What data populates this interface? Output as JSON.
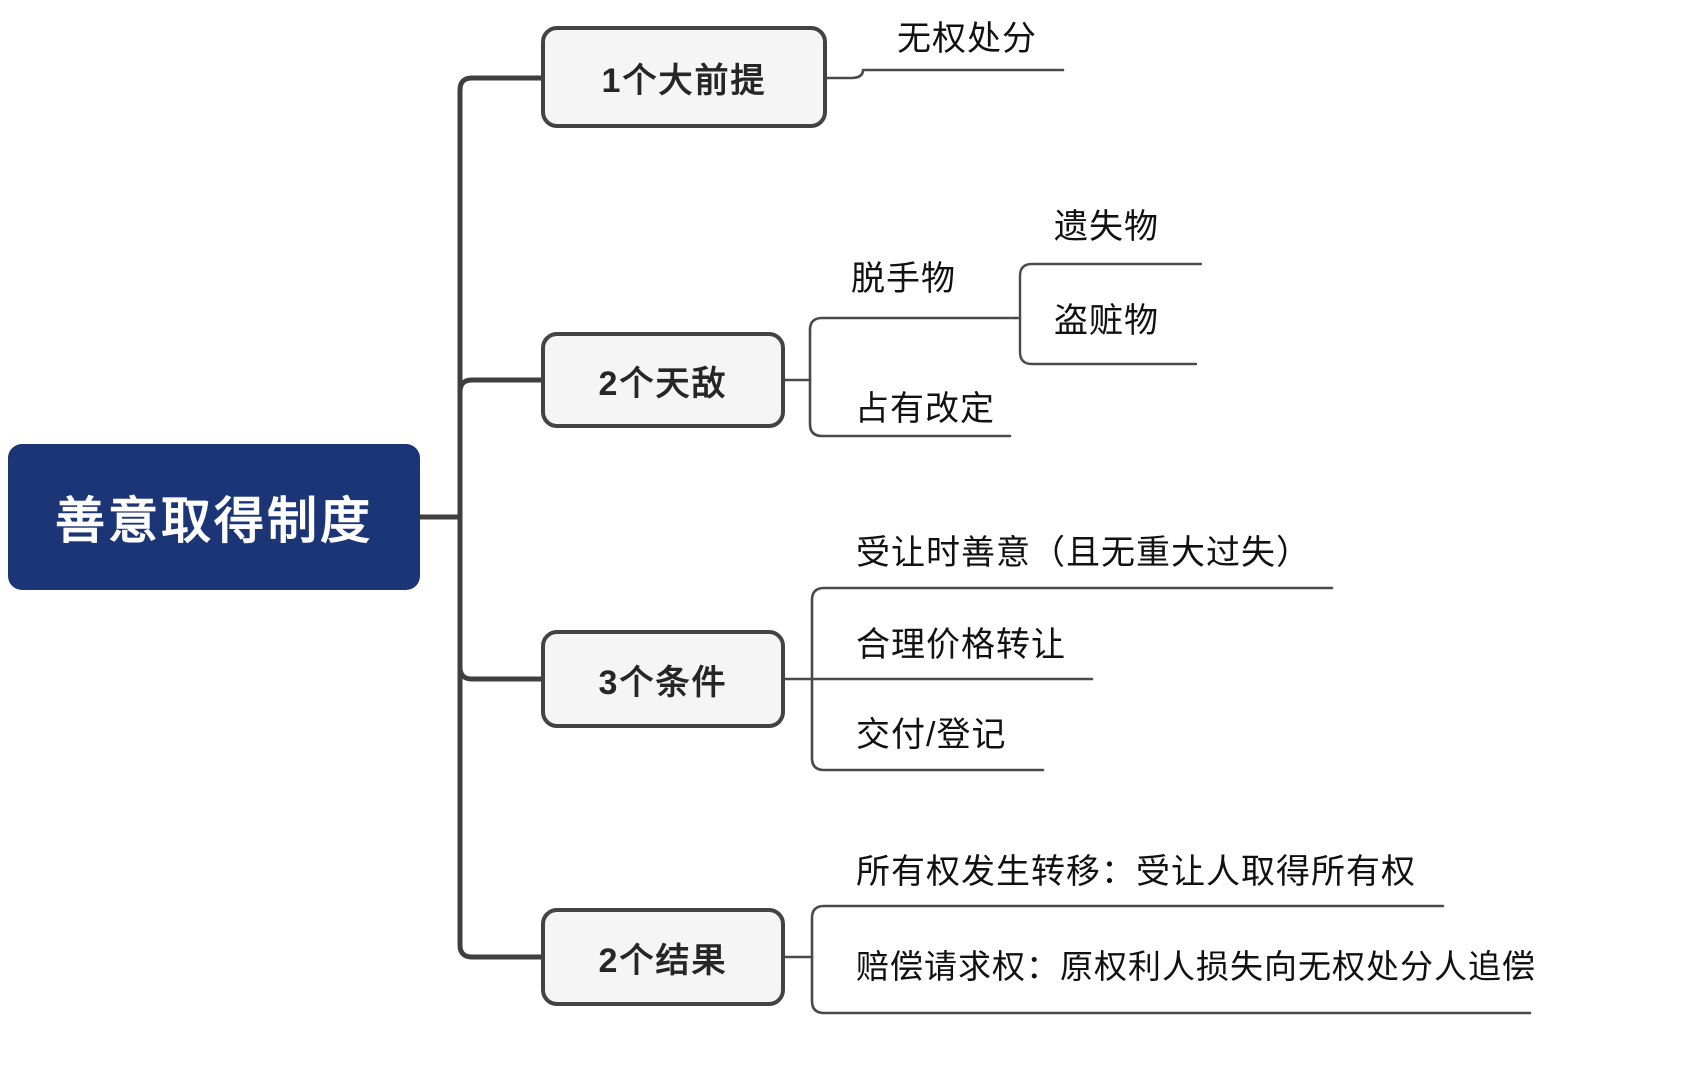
{
  "diagram": {
    "title": "善意取得制度",
    "type": "mindmap",
    "colors": {
      "root_fill": "#1C3577",
      "root_text": "#FFFFFF",
      "branch_fill": "#F5F5F5",
      "branch_border": "#434343",
      "branch_text": "#262626",
      "leaf_text": "#111111",
      "connector": "#3F3F3F",
      "background": "#FFFFFF"
    },
    "root": {
      "label": "善意取得制度"
    },
    "branches": [
      {
        "label": "1个大前提",
        "children": [
          {
            "label": "无权处分",
            "children": []
          }
        ]
      },
      {
        "label": "2个天敌",
        "children": [
          {
            "label": "脱手物",
            "children": [
              {
                "label": "遗失物"
              },
              {
                "label": "盗赃物"
              }
            ]
          },
          {
            "label": "占有改定",
            "children": []
          }
        ]
      },
      {
        "label": "3个条件",
        "children": [
          {
            "label": "受让时善意（且无重大过失）",
            "children": []
          },
          {
            "label": "合理价格转让",
            "children": []
          },
          {
            "label": "交付/登记",
            "children": []
          }
        ]
      },
      {
        "label": "2个结果",
        "children": [
          {
            "label": "所有权发生转移：受让人取得所有权",
            "children": []
          },
          {
            "label": "赔偿请求权：原权利人损失向无权处分人追偿",
            "children": []
          }
        ]
      }
    ]
  }
}
